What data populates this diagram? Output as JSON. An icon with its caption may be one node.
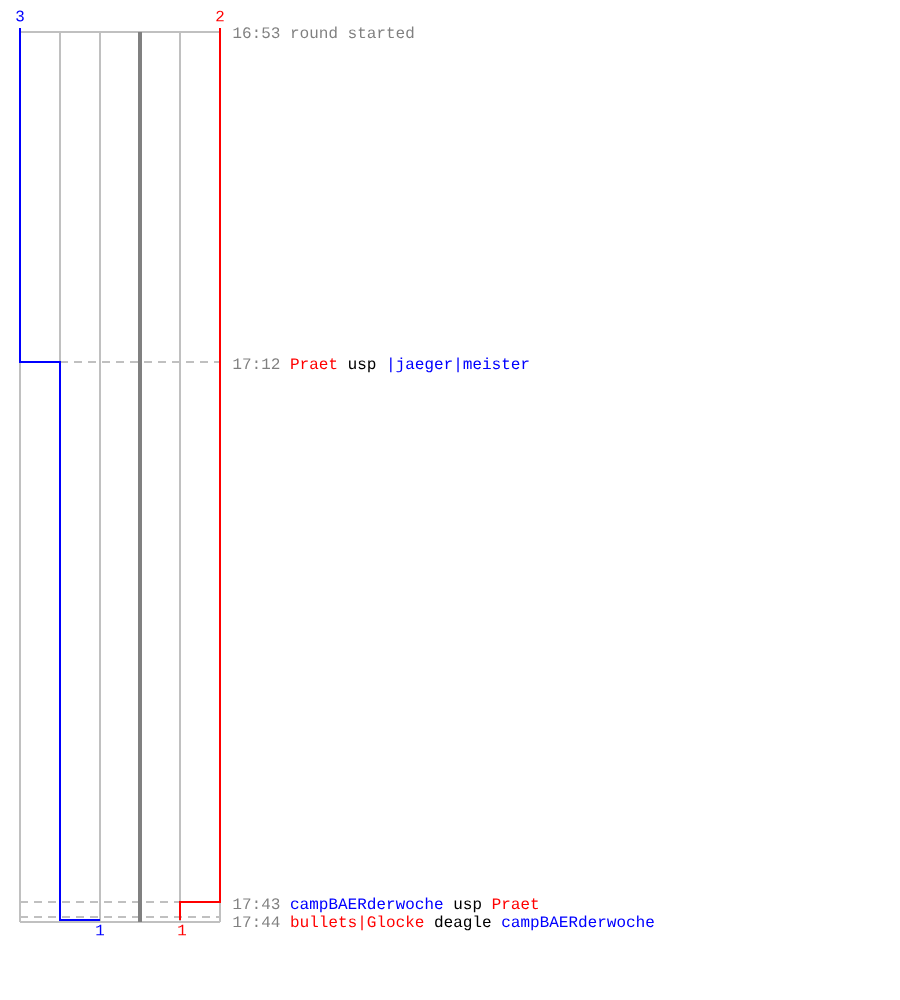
{
  "diagram": {
    "labels": [
      "3",
      "2",
      "16:53 round started",
      "17:12",
      "Praet",
      "usp",
      "|jaeger|meister",
      "17:43",
      "campBAERderwoche",
      "usp",
      "Praet",
      "17:44",
      "bullets|Glocke",
      "deagle",
      "campBAERderwoche",
      "1",
      "1"
    ]
  }
}
